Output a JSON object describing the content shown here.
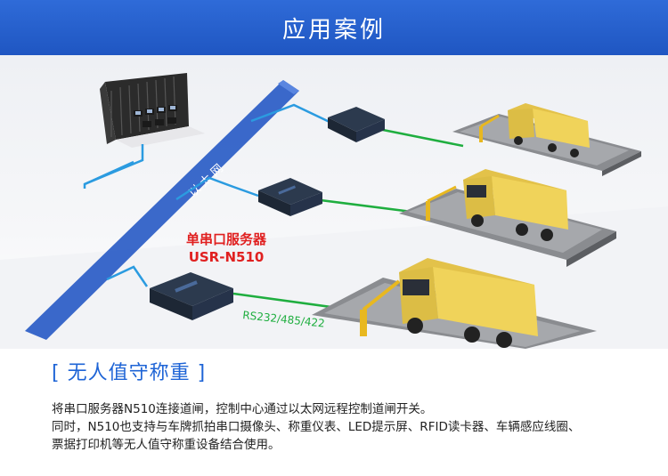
{
  "header": {
    "title": "应用案例"
  },
  "diagram": {
    "network_label": "以太网",
    "device_label_line1": "单串口服务器",
    "device_label_line2": "USR-N510",
    "serial_label": "RS232/485/422"
  },
  "section": {
    "title": "[ 无人值守称重 ]",
    "lines": [
      "将串口服务器N510连接道闸，控制中心通过以太网远程控制道闸开关。",
      "同时，N510也支持与车牌抓拍串口摄像头、称重仪表、LED提示屏、RFID读卡器、车辆感应线圈、",
      "票据打印机等无人值守称重设备结合使用。"
    ]
  },
  "colors": {
    "accent": "#1e64d6",
    "ethernet": "#2b9be0",
    "serial": "#1fae3f",
    "device_label": "#e02020"
  }
}
